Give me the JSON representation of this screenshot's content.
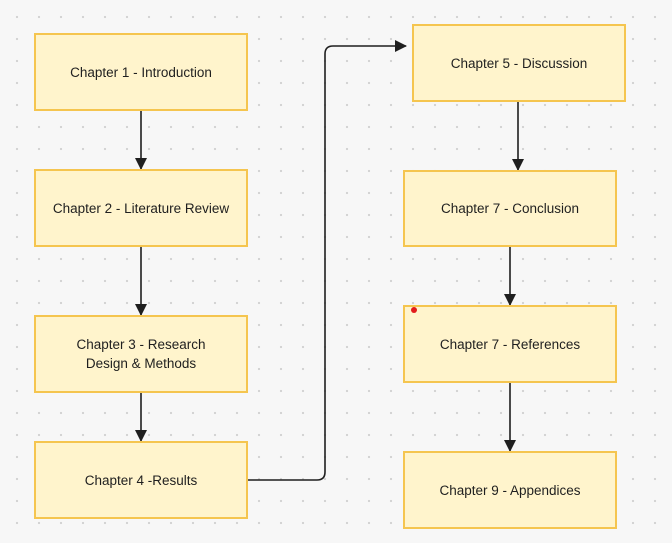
{
  "diagram": {
    "nodes": [
      {
        "id": "n1",
        "label": "Chapter 1 - Introduction"
      },
      {
        "id": "n2",
        "label": "Chapter 2 - Literature Review"
      },
      {
        "id": "n3",
        "label": "Chapter 3 - Research Design & Methods"
      },
      {
        "id": "n4",
        "label": "Chapter 4 -Results"
      },
      {
        "id": "n5",
        "label": "Chapter 5 - Discussion"
      },
      {
        "id": "n6",
        "label": "Chapter 7 - Conclusion"
      },
      {
        "id": "n7",
        "label": "Chapter 7 - References"
      },
      {
        "id": "n8",
        "label": "Chapter 9 - Appendices"
      }
    ],
    "edges": [
      {
        "from": "n1",
        "to": "n2"
      },
      {
        "from": "n2",
        "to": "n3"
      },
      {
        "from": "n3",
        "to": "n4"
      },
      {
        "from": "n4",
        "to": "n5"
      },
      {
        "from": "n5",
        "to": "n6"
      },
      {
        "from": "n6",
        "to": "n7"
      },
      {
        "from": "n7",
        "to": "n8"
      }
    ],
    "colors": {
      "node_fill": "#fff4cc",
      "node_border": "#f5c54f",
      "connector": "#1f1f1f",
      "canvas_background": "#f7f7f7",
      "cursor_marker": "#e21b1b"
    }
  }
}
